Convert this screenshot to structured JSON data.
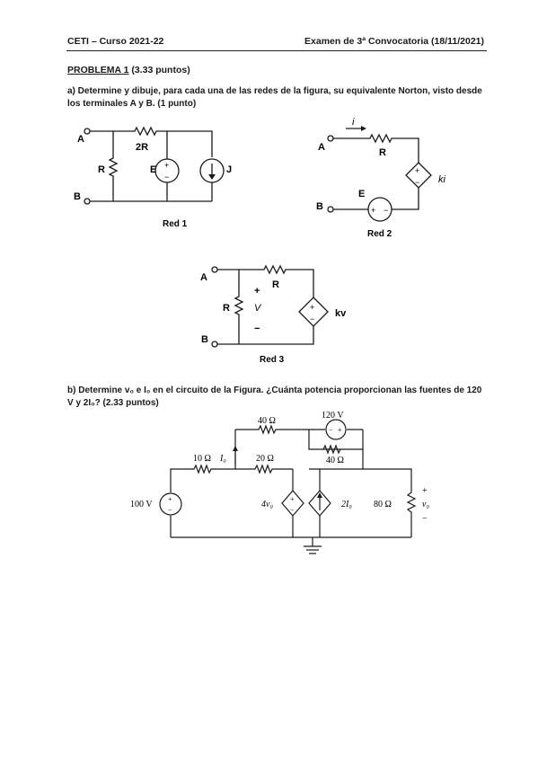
{
  "header": {
    "left": "CETI – Curso 2021-22",
    "right": "Examen de 3ª Convocatoria (18/11/2021)"
  },
  "problem": {
    "title_underlined": "PROBLEMA 1",
    "title_points": " (3.33 puntos)",
    "part_a": "a) Determine y dibuje, para cada una de las redes de la figura, su equivalente Norton, visto desde los terminales A y B. (1 punto)",
    "part_b": "b) Determine v₀ e I₀ en el circuito de la Figura. ¿Cuánta potencia proporcionan las fuentes de 120 V y 2I₀? (2.33 puntos)"
  },
  "red1": {
    "caption": "Red 1",
    "label_A": "A",
    "label_B": "B",
    "label_2R": "2R",
    "label_R": "R",
    "label_E": "E",
    "label_J": "J",
    "plus": "+",
    "minus": "−"
  },
  "red2": {
    "caption": "Red 2",
    "label_A": "A",
    "label_B": "B",
    "label_i": "i",
    "label_R": "R",
    "label_ki": "ki",
    "label_E": "E",
    "plus": "+",
    "minus": "−"
  },
  "red3": {
    "caption": "Red 3",
    "label_A": "A",
    "label_B": "B",
    "label_R_top": "R",
    "label_R_left": "R",
    "label_V": "V",
    "label_kv": "kv",
    "plus": "+",
    "minus": "−"
  },
  "circuit_b": {
    "r40_top": "40 Ω",
    "v120": "120 V",
    "r10": "10 Ω",
    "io_label": "I₀",
    "r20": "20 Ω",
    "r40_small": "40 Ω",
    "v100": "100 V",
    "dep_v": "4v₀",
    "dep_i": "2I₀",
    "r80": "80 Ω",
    "vo_label": "v₀",
    "plus": "+",
    "minus": "−"
  }
}
